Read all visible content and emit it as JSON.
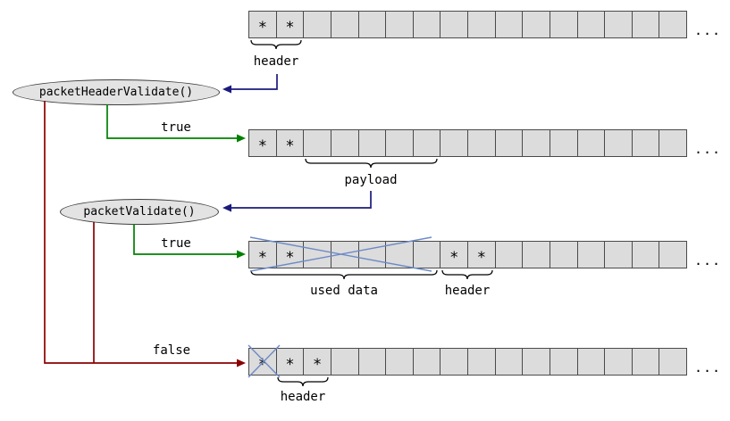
{
  "colors": {
    "cell_fill": "#dcdcdc",
    "cell_border": "#4a4a4a",
    "ellipse_fill": "#e3e3e3",
    "ellipse_border": "#3f3f3f",
    "arrow_navy": "#1b1b7e",
    "arrow_green": "#008000",
    "arrow_red": "#8b0000",
    "cross_blue": "#6d8ac6",
    "text": "#000000"
  },
  "nodes": {
    "packet_header_validate": {
      "label": "packetHeaderValidate()"
    },
    "packet_validate": {
      "label": "packetValidate()"
    }
  },
  "edges": {
    "true_1": "true",
    "true_2": "true",
    "false_shared": "false"
  },
  "rows": [
    {
      "cells": [
        "*",
        "*",
        "",
        "",
        "",
        "",
        "",
        "",
        "",
        "",
        "",
        "",
        "",
        "",
        "",
        ""
      ],
      "ellipsis": "...",
      "annotation": "header"
    },
    {
      "cells": [
        "*",
        "*",
        "",
        "",
        "",
        "",
        "",
        "",
        "",
        "",
        "",
        "",
        "",
        "",
        "",
        ""
      ],
      "ellipsis": "...",
      "annotation": "payload"
    },
    {
      "cells": [
        "*",
        "*",
        "",
        "",
        "",
        "",
        "",
        "*",
        "*",
        "",
        "",
        "",
        "",
        "",
        "",
        ""
      ],
      "ellipsis": "...",
      "annotation_used": "used data",
      "annotation_header": "header"
    },
    {
      "cells": [
        "*",
        "*",
        "*",
        "",
        "",
        "",
        "",
        "",
        "",
        "",
        "",
        "",
        "",
        "",
        "",
        ""
      ],
      "ellipsis": "...",
      "annotation": "header"
    }
  ]
}
